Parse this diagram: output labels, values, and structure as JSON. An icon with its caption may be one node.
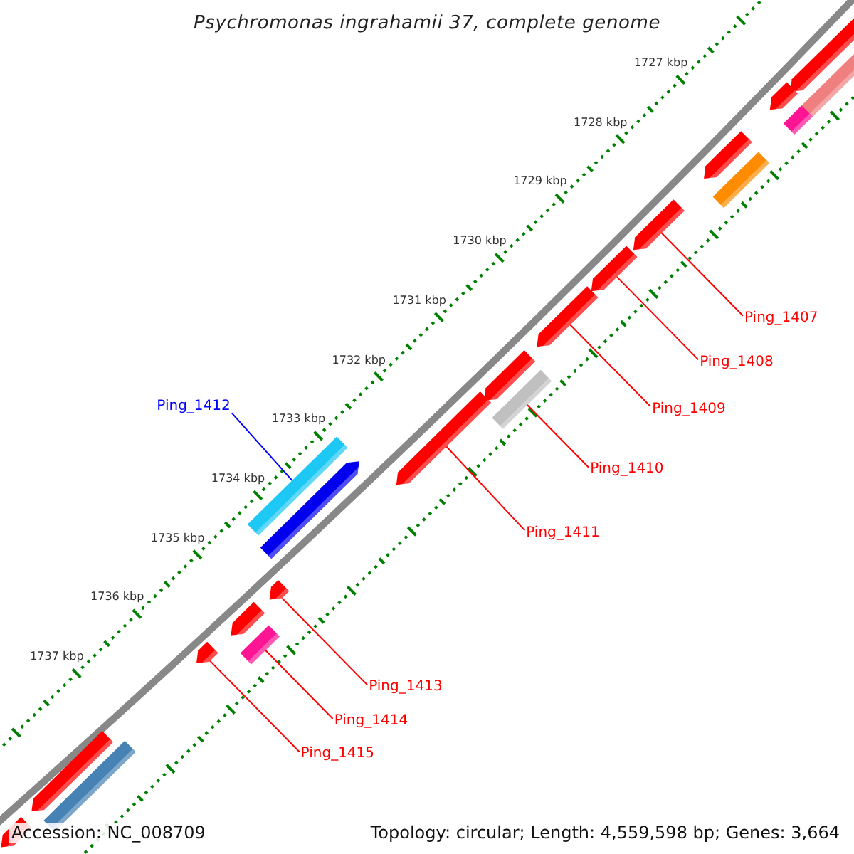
{
  "diagram": {
    "title": "Psychromonas ingrahamii 37, complete genome",
    "nodes": [
      {
        "text": [
          "Ping_1407"
        ]
      },
      {
        "text": [
          "Ping_1408"
        ]
      },
      {
        "text": [
          "Ping_1409"
        ]
      },
      {
        "text": [
          "Ping_1412"
        ]
      },
      {
        "text": [
          "Ping_1410"
        ]
      },
      {
        "text": [
          "Ping_1411"
        ]
      },
      {
        "text": [
          "Ping_1413"
        ]
      },
      {
        "text": [
          "Ping_1414"
        ]
      },
      {
        "text": [
          "Ping_1415"
        ]
      },
      {
        "text": [],
        "shape": "pentagon"
      },
      {
        "text": [],
        "shape": "box"
      },
      {
        "text": [],
        "shape": "pentagon"
      },
      {
        "text": [],
        "shape": "box"
      },
      {
        "text": [],
        "shape": "pentagon"
      },
      {
        "text": [],
        "shape": "box"
      },
      {
        "text": [],
        "shape": "pentagon"
      },
      {
        "text": [],
        "shape": "pentagon"
      },
      {
        "text": [],
        "shape": "pentagon"
      },
      {
        "text": [],
        "shape": "pentagon"
      },
      {
        "text": [],
        "shape": "box"
      },
      {
        "text": [],
        "shape": "pentagon"
      },
      {
        "text": [],
        "shape": "box"
      },
      {
        "text": [],
        "shape": "pentagon"
      },
      {
        "text": [],
        "shape": "pentagon"
      },
      {
        "text": [],
        "shape": "pentagon"
      },
      {
        "text": [],
        "shape": "box"
      },
      {
        "text": [],
        "shape": "pentagon"
      },
      {
        "text": [],
        "shape": "pentagon"
      },
      {
        "text": [],
        "shape": "box"
      },
      {
        "text": [],
        "shape": "pentagon"
      }
    ],
    "edges": [
      {
        "from": 0,
        "to": 15,
        "arrow": "none"
      },
      {
        "from": 1,
        "to": 16,
        "arrow": "none"
      },
      {
        "from": 2,
        "to": 17,
        "arrow": "none"
      },
      {
        "from": 3,
        "to": 21,
        "arrow": "none",
        "color": "#0000ff"
      },
      {
        "from": 4,
        "to": 19,
        "arrow": "none"
      },
      {
        "from": 5,
        "to": 20,
        "arrow": "none"
      },
      {
        "from": 6,
        "to": 23,
        "arrow": "none"
      },
      {
        "from": 7,
        "to": 25,
        "arrow": "none"
      },
      {
        "from": 8,
        "to": 26,
        "arrow": "none"
      }
    ],
    "labels": [
      "1727 kbp",
      "1728 kbp",
      "1729 kbp",
      "1730 kbp",
      "1731 kbp",
      "1732 kbp",
      "1733 kbp",
      "1734 kbp",
      "1735 kbp",
      "1736 kbp",
      "1737 kbp",
      "Accession: NC_008709",
      "Topology: circular; Length: 4,559,598 bp; Genes: 3,664"
    ]
  }
}
